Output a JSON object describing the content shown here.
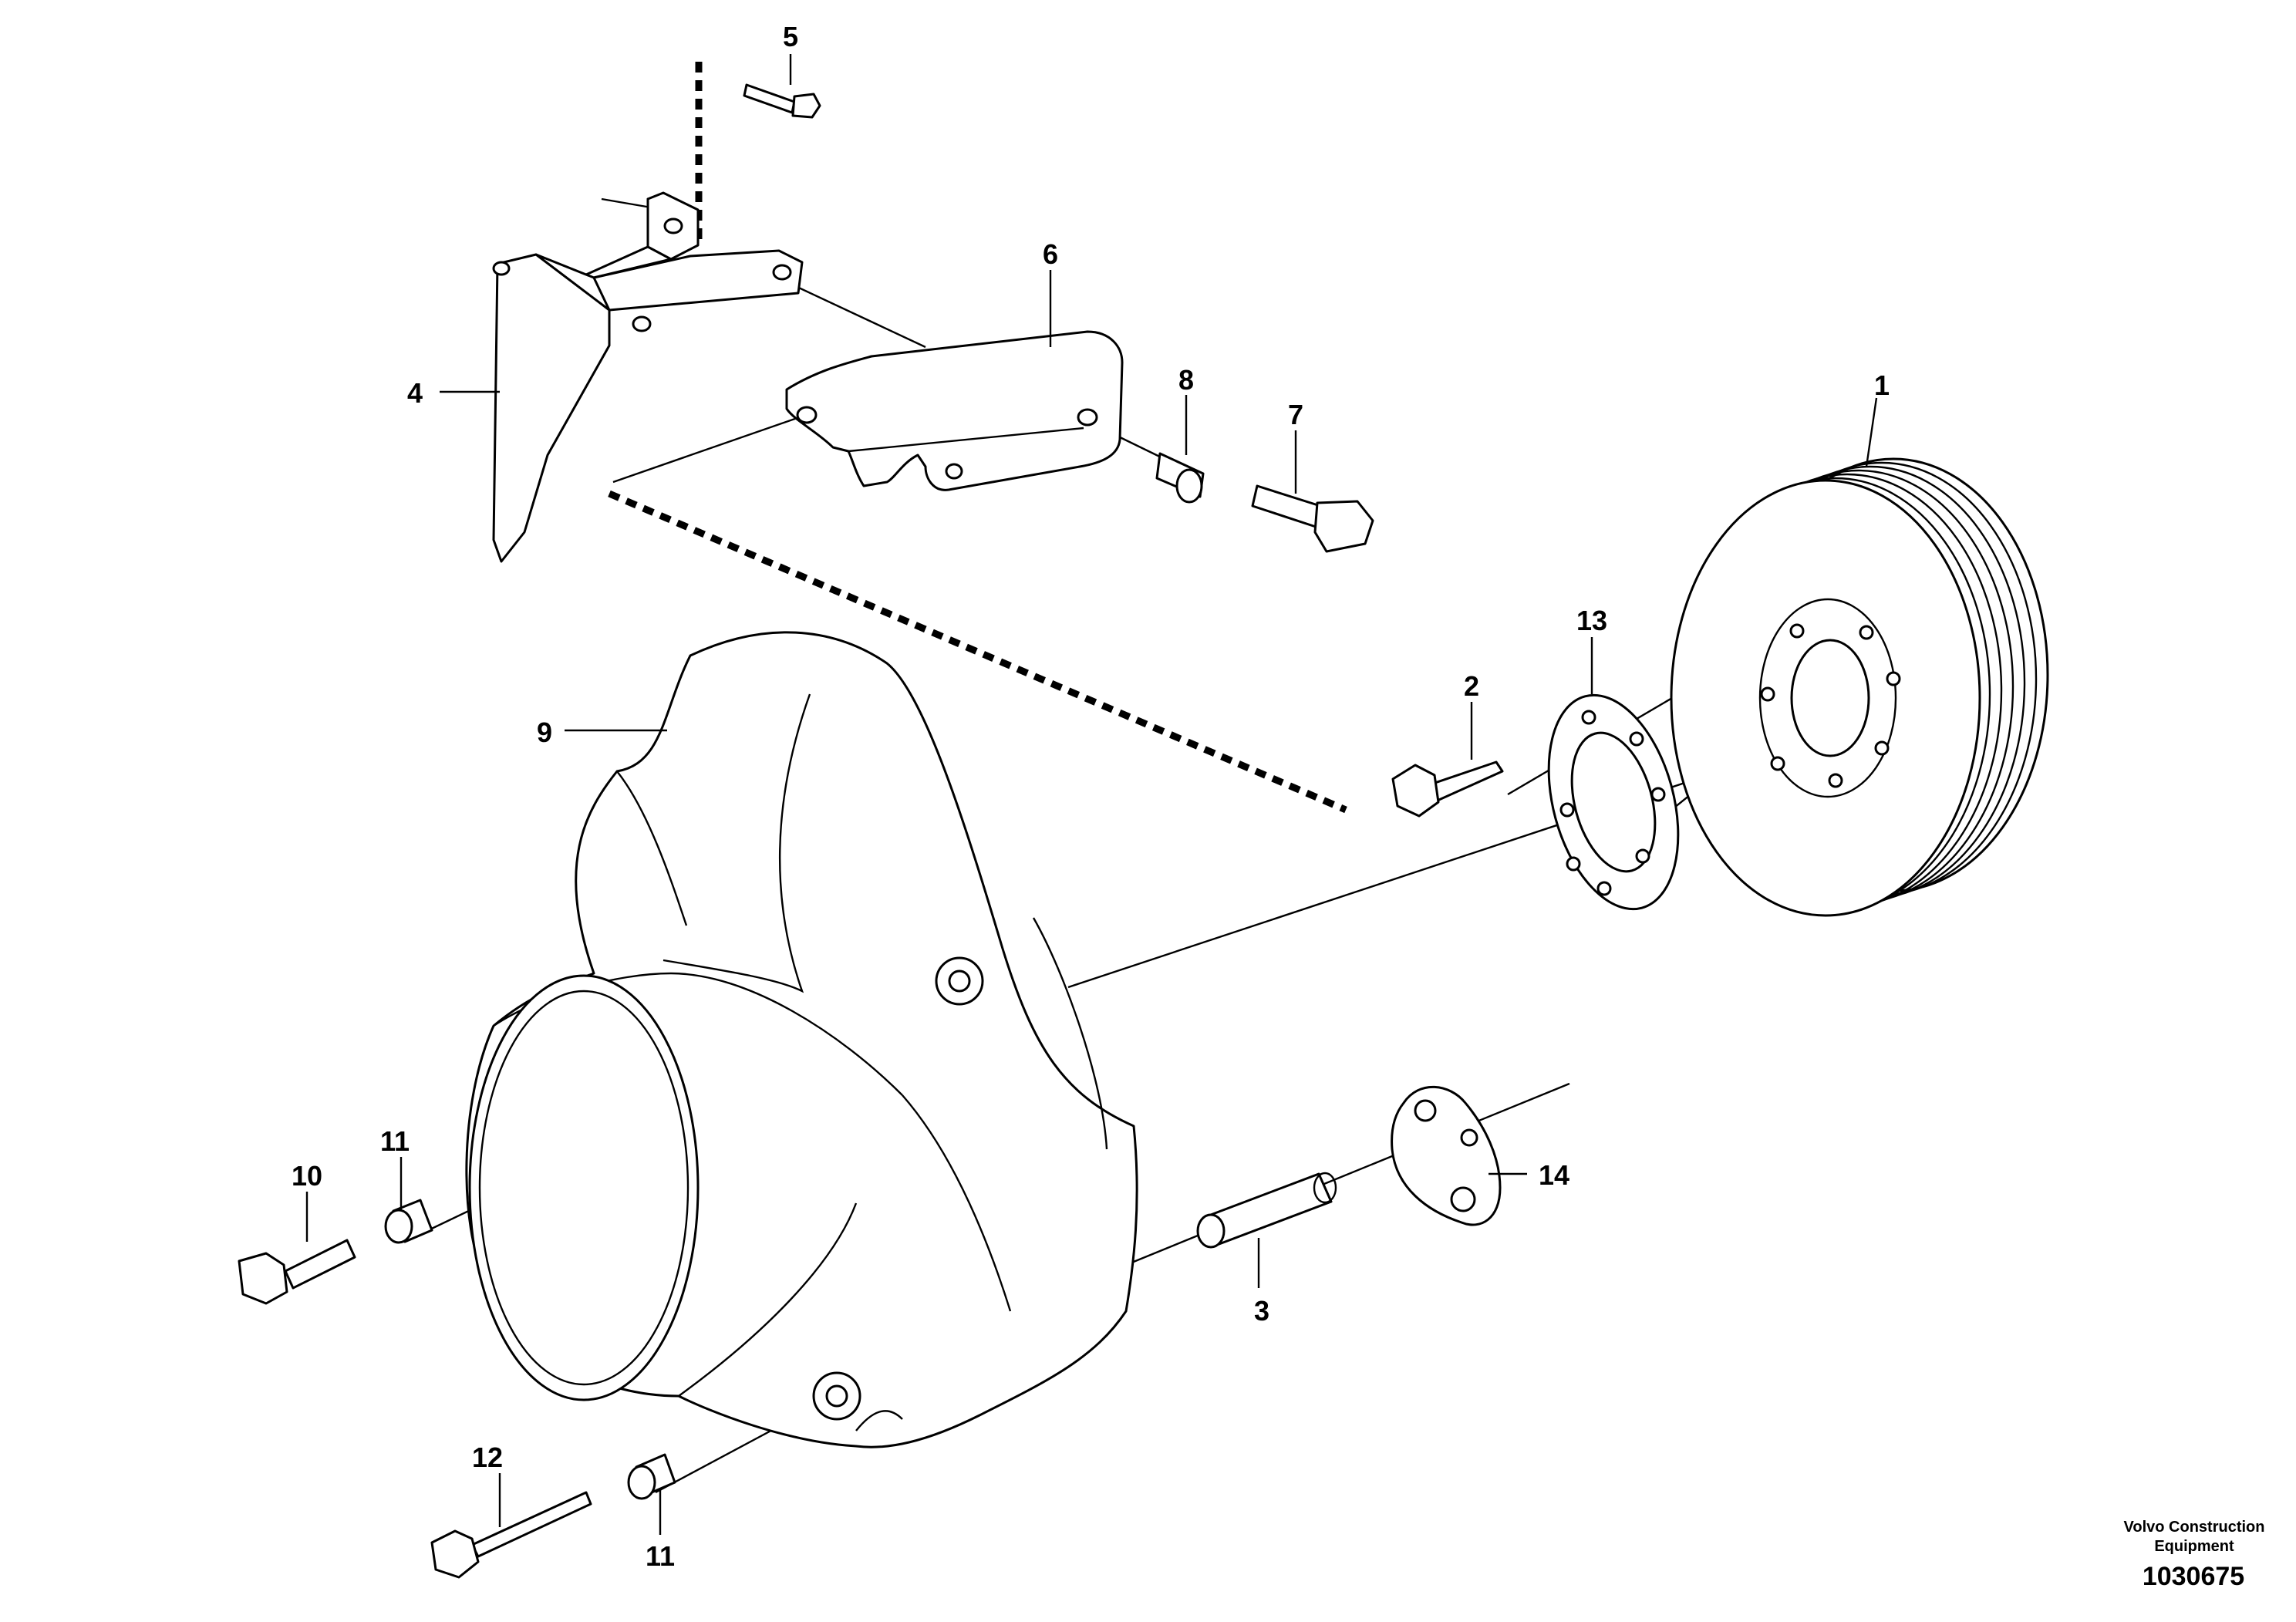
{
  "callouts": {
    "c1": "1",
    "c2": "2",
    "c3": "3",
    "c4": "4",
    "c5": "5",
    "c6": "6",
    "c7": "7",
    "c8": "8",
    "c9": "9",
    "c10": "10",
    "c11a": "11",
    "c11b": "11",
    "c12": "12",
    "c13": "13",
    "c14": "14"
  },
  "footer": {
    "credit_line1": "Volvo Construction",
    "credit_line2": "Equipment",
    "doc_number": "1030675"
  }
}
